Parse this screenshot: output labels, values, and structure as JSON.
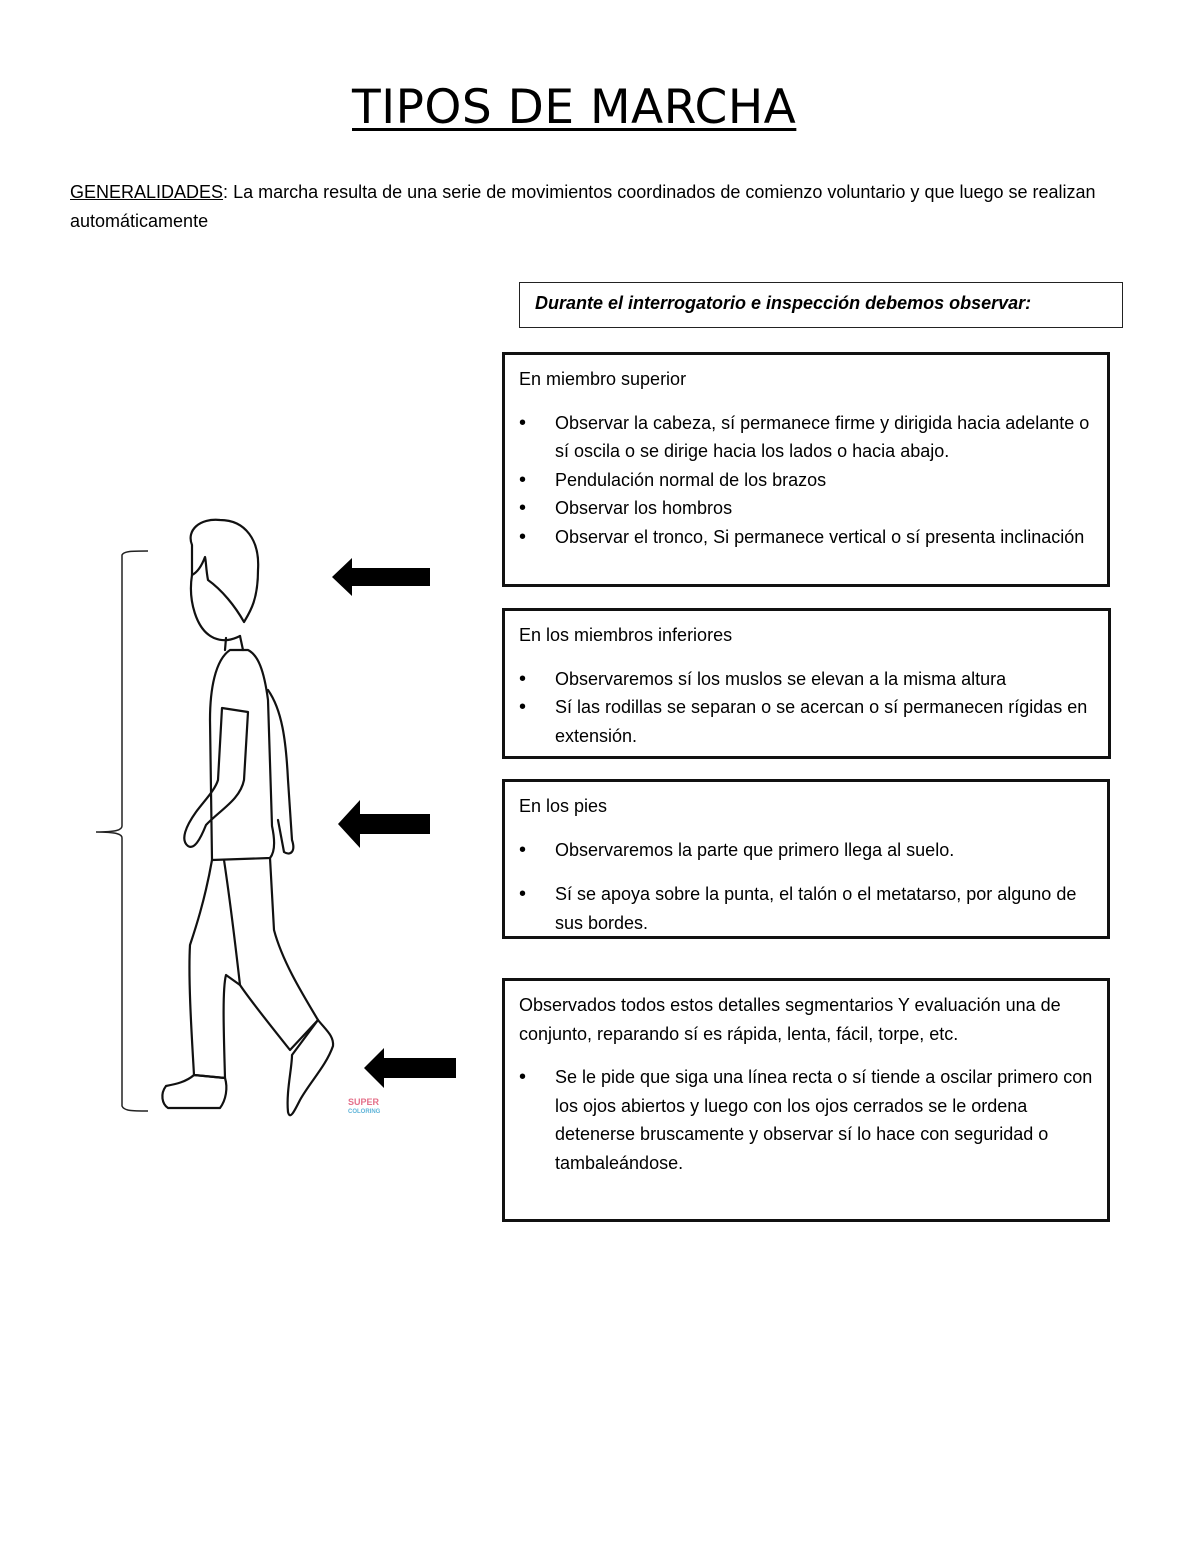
{
  "document": {
    "title": "TIPOS DE MARCHA",
    "intro": {
      "label": "GENERALIDADES",
      "separator": ":",
      "text": " La marcha resulta de una serie de movimientos coordinados de comienzo voluntario y que luego se realizan automáticamente"
    },
    "observation_header": "Durante el interrogatorio e inspección debemos observar:",
    "sections": [
      {
        "heading": "En miembro superior",
        "items": [
          "Observar la cabeza, sí permanece firme y dirigida hacia adelante o sí oscila o se dirige hacia los lados o hacia abajo.",
          "Pendulación normal de los brazos",
          "Observar los hombros",
          "Observar el tronco, Si permanece vertical o sí presenta inclinación"
        ]
      },
      {
        "heading": "En los miembros inferiores",
        "items": [
          "Observaremos sí los muslos se elevan a la misma altura",
          "Sí las rodillas se separan o se acercan o sí permanecen rígidas en extensión."
        ]
      },
      {
        "heading": "En los pies",
        "items": [
          "Observaremos la parte que primero llega al suelo.",
          "Sí se apoya sobre la punta, el talón o el metatarso, por alguno de sus bordes."
        ]
      },
      {
        "heading": "Observados todos estos detalles segmentarios  Y evaluación una de conjunto, reparando sí es rápida, lenta, fácil, torpe, etc.",
        "items": [
          "Se le pide que siga una línea recta o sí tiende a oscilar primero con los ojos abiertos y luego con los ojos cerrados se le ordena detenerse bruscamente y observar sí lo hace con seguridad o tambaleándose."
        ]
      }
    ],
    "figure": {
      "description": "walking-person-outline",
      "watermark_line1": "SUPER",
      "watermark_line2": "COLORING"
    }
  }
}
